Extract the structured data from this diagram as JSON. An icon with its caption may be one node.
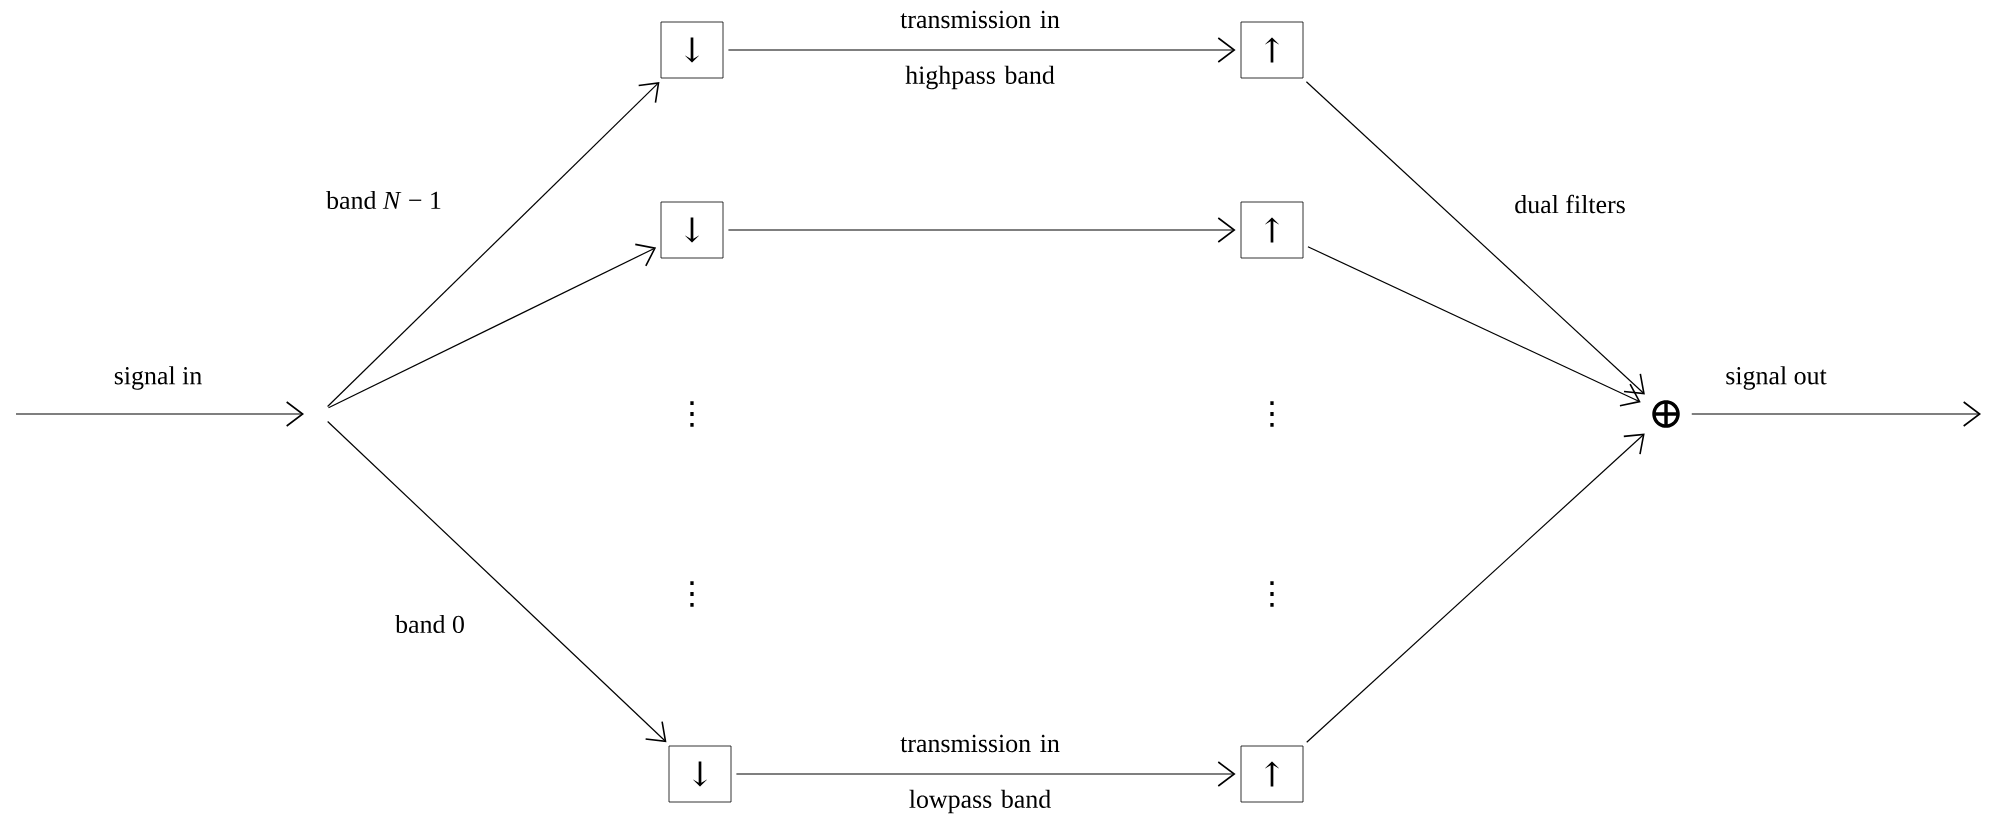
{
  "diagram": {
    "nodes": [
      {
        "text": [
          "↓"
        ]
      },
      {
        "text": [
          "↓"
        ]
      },
      {
        "text": [
          "↓"
        ]
      },
      {
        "text": [
          "↑"
        ]
      },
      {
        "text": [
          "↑"
        ]
      },
      {
        "text": [
          "↑"
        ]
      },
      {
        "text": [
          "⊕"
        ]
      }
    ],
    "edges": [
      {
        "from": null,
        "to": 0,
        "arrow": "to",
        "label": "band *N* − 1"
      },
      {
        "from": null,
        "to": 1,
        "arrow": "to"
      },
      {
        "from": null,
        "to": 2,
        "arrow": "to",
        "label": "band 0"
      },
      {
        "from": 0,
        "to": 3,
        "arrow": "to",
        "label": "transmission in highpass band"
      },
      {
        "from": 1,
        "to": 4,
        "arrow": "to"
      },
      {
        "from": 2,
        "to": 5,
        "arrow": "to",
        "label": "transmission in lowpass band"
      },
      {
        "from": 3,
        "to": 6,
        "arrow": "to",
        "label": "dual filters"
      },
      {
        "from": 4,
        "to": 6,
        "arrow": "to"
      },
      {
        "from": 5,
        "to": 6,
        "arrow": "to"
      },
      {
        "from": 6,
        "to": null,
        "arrow": "to",
        "label": "signal out"
      }
    ],
    "labels": [
      "signal in",
      "⋮",
      "⋮",
      "⋮",
      "⋮"
    ]
  }
}
